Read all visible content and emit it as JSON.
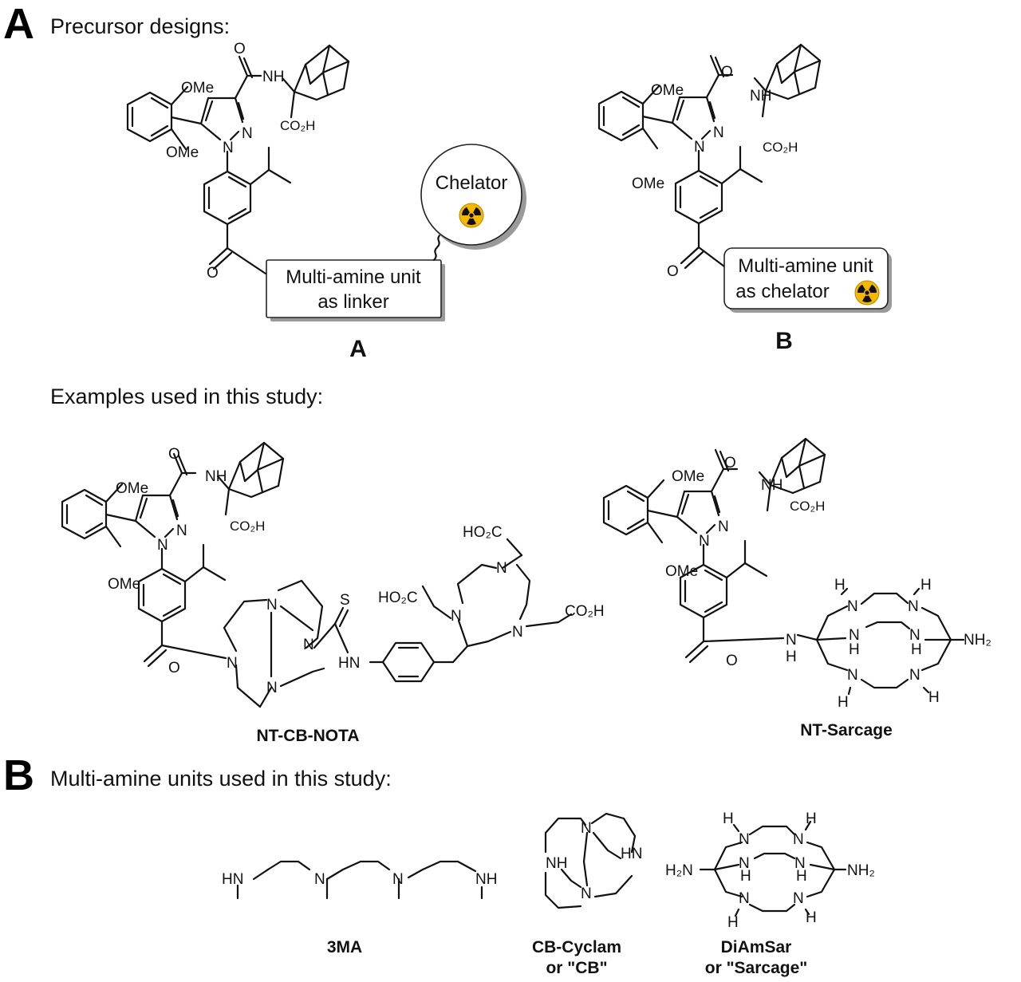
{
  "sectionA": {
    "letter": "A",
    "heading": "Precursor designs:",
    "subheading": "Examples used in this study:"
  },
  "sectionB": {
    "letter": "B",
    "heading": "Multi-amine units used in this study:"
  },
  "atoms": {
    "ome": "OMe",
    "nh": "NH",
    "n": "N",
    "o": "O",
    "s": "S",
    "h": "H",
    "hn": "HN",
    "co2h": "CO₂H",
    "ho2c": "HO₂C",
    "nh2": "NH₂",
    "h2n": "H₂N"
  },
  "designA": {
    "label": "A",
    "chelator": "Chelator",
    "box_line1": "Multi-amine unit",
    "box_line2": "as linker"
  },
  "designB": {
    "label": "B",
    "box_line1": "Multi-amine unit",
    "box_line2": "as chelator"
  },
  "examples": {
    "nota_label": "NT-CB-NOTA",
    "sarcage_label": "NT-Sarcage"
  },
  "units": {
    "ma_label": "3MA",
    "cb_line1": "CB-Cyclam",
    "cb_line2": "or \"CB\"",
    "sar_line1": "DiAmSar",
    "sar_line2": "or \"Sarcage\""
  },
  "colors": {
    "radiation_fill": "#f5b800",
    "radiation_symbol": "#111111",
    "box_shadow": "#9a9a9a"
  }
}
